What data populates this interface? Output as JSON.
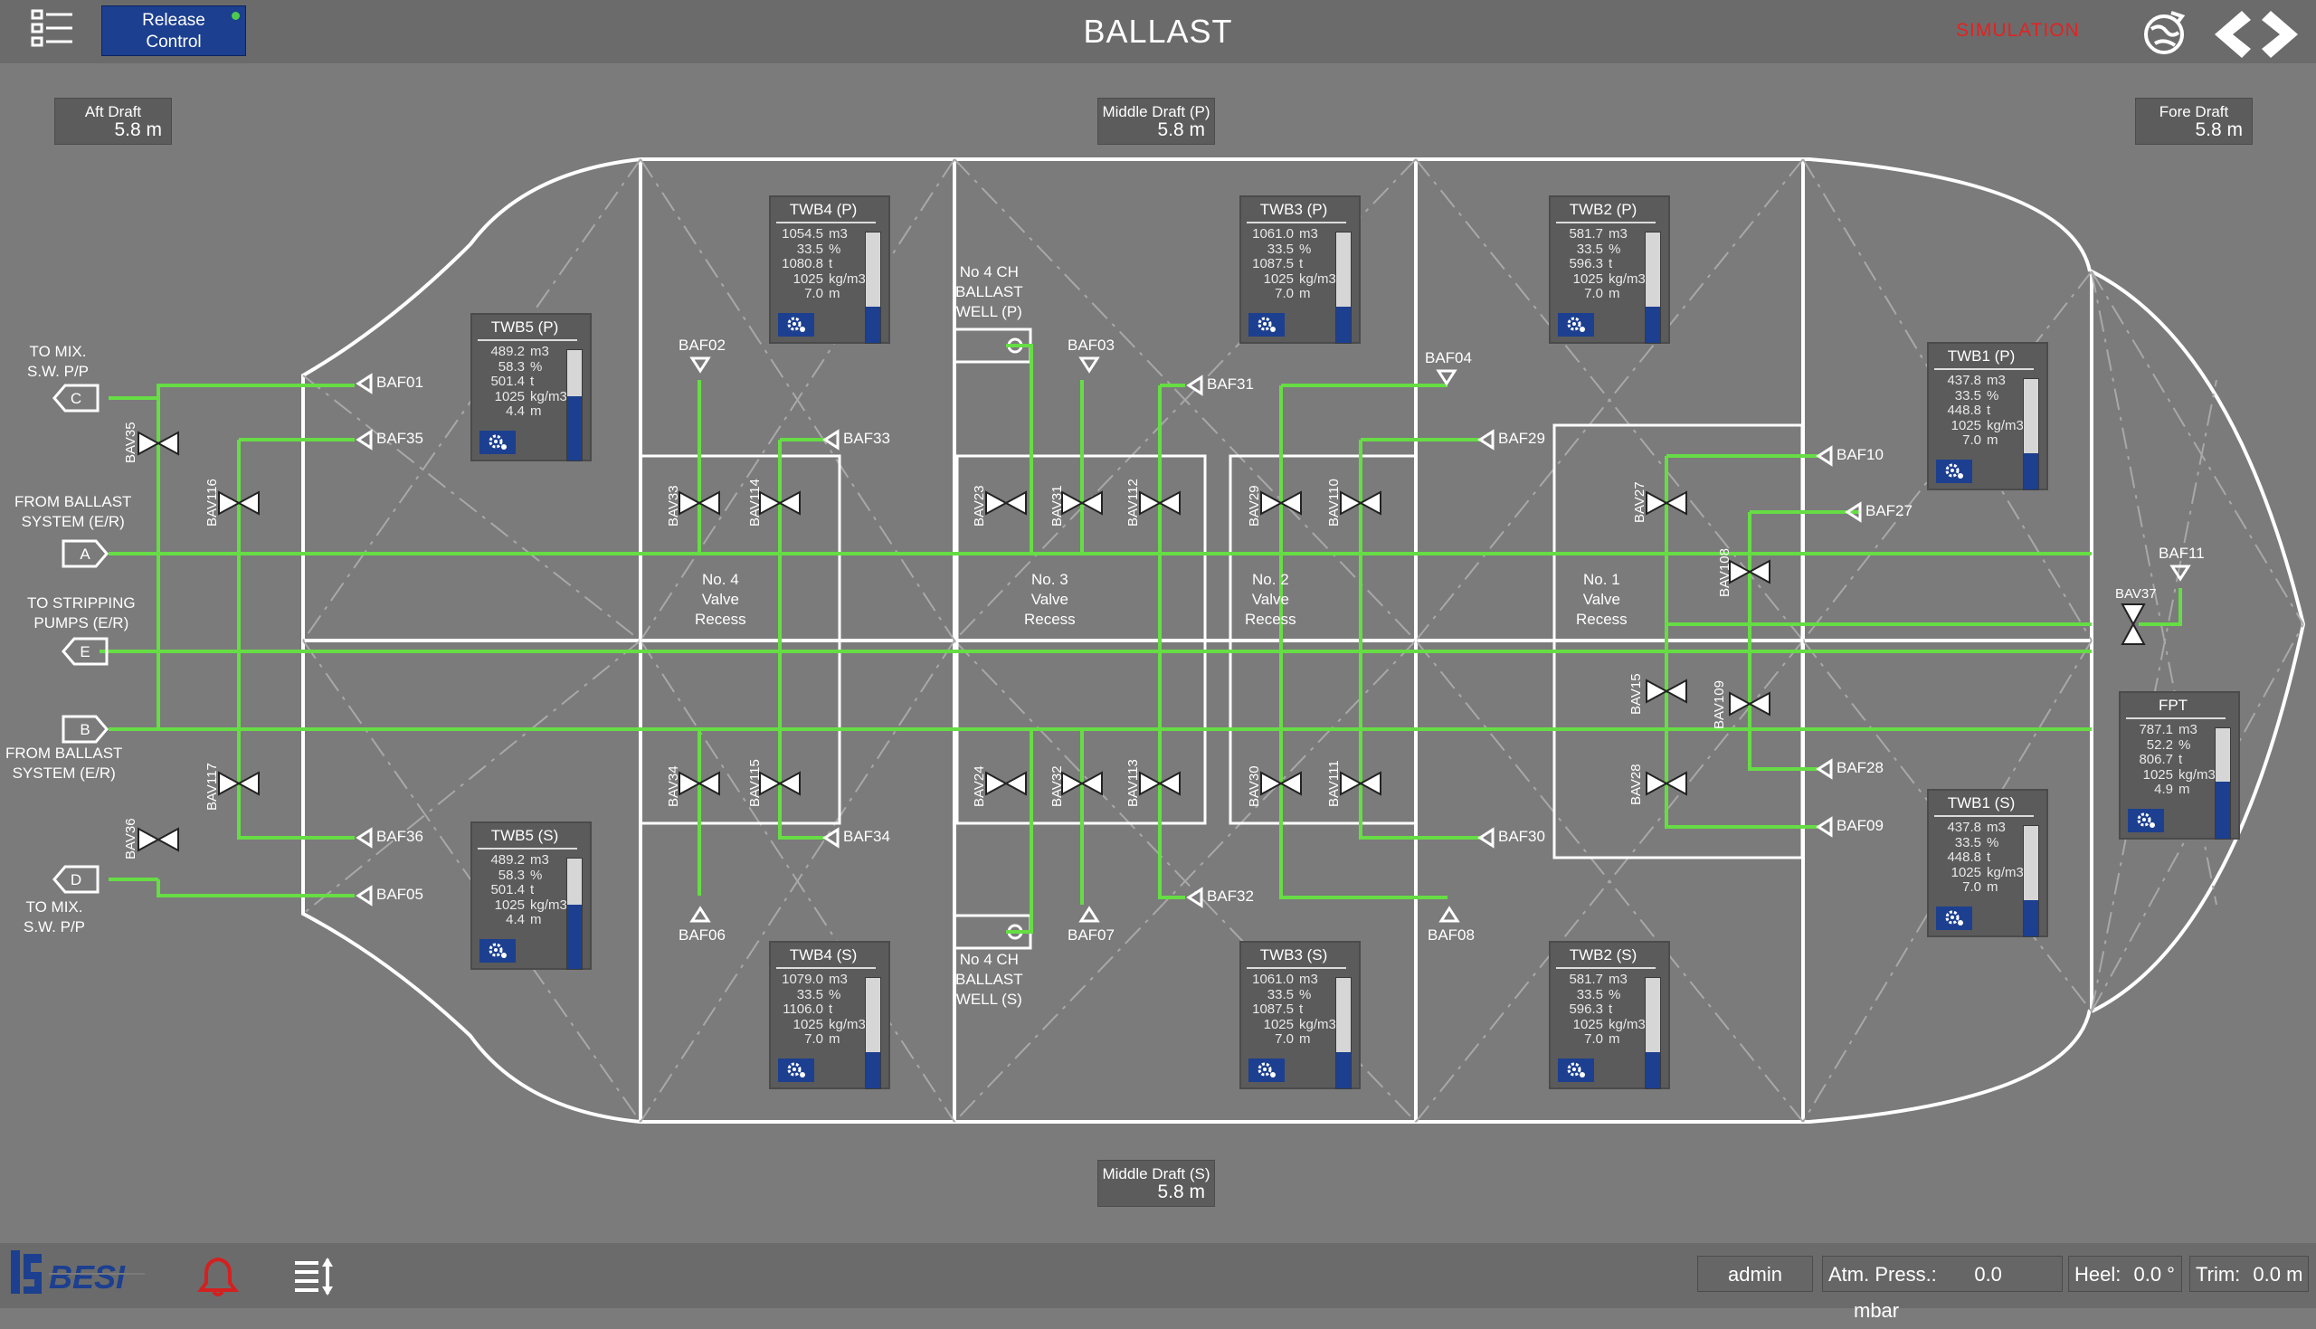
{
  "header": {
    "title": "BALLAST",
    "release_label_1": "Release",
    "release_label_2": "Control",
    "mode": "SIMULATION"
  },
  "drafts": {
    "aft": {
      "label": "Aft Draft",
      "value": "5.8 m"
    },
    "mid_p": {
      "label": "Middle Draft (P)",
      "value": "5.8 m"
    },
    "fore": {
      "label": "Fore Draft",
      "value": "5.8 m"
    },
    "mid_s": {
      "label": "Middle Draft (S)",
      "value": "5.8 m"
    }
  },
  "units": [
    "m3",
    "%",
    "t",
    "kg/m3",
    "m"
  ],
  "tanks": {
    "twb5p": {
      "name": "TWB5 (P)",
      "values": [
        "489.2",
        "58.3",
        "501.4",
        "1025",
        "4.4"
      ],
      "level": 0.58
    },
    "twb4p": {
      "name": "TWB4 (P)",
      "values": [
        "1054.5",
        "33.5",
        "1080.8",
        "1025",
        "7.0"
      ],
      "level": 0.33
    },
    "twb3p": {
      "name": "TWB3 (P)",
      "values": [
        "1061.0",
        "33.5",
        "1087.5",
        "1025",
        "7.0"
      ],
      "level": 0.33
    },
    "twb2p": {
      "name": "TWB2 (P)",
      "values": [
        "581.7",
        "33.5",
        "596.3",
        "1025",
        "7.0"
      ],
      "level": 0.33
    },
    "twb1p": {
      "name": "TWB1 (P)",
      "values": [
        "437.8",
        "33.5",
        "448.8",
        "1025",
        "7.0"
      ],
      "level": 0.33
    },
    "twb5s": {
      "name": "TWB5 (S)",
      "values": [
        "489.2",
        "58.3",
        "501.4",
        "1025",
        "4.4"
      ],
      "level": 0.58
    },
    "twb4s": {
      "name": "TWB4 (S)",
      "values": [
        "1079.0",
        "33.5",
        "1106.0",
        "1025",
        "7.0"
      ],
      "level": 0.33
    },
    "twb3s": {
      "name": "TWB3 (S)",
      "values": [
        "1061.0",
        "33.5",
        "1087.5",
        "1025",
        "7.0"
      ],
      "level": 0.33
    },
    "twb2s": {
      "name": "TWB2 (S)",
      "values": [
        "581.7",
        "33.5",
        "596.3",
        "1025",
        "7.0"
      ],
      "level": 0.33
    },
    "twb1s": {
      "name": "TWB1 (S)",
      "values": [
        "437.8",
        "33.5",
        "448.8",
        "1025",
        "7.0"
      ],
      "level": 0.33
    },
    "fpt": {
      "name": "FPT",
      "values": [
        "787.1",
        "52.2",
        "806.7",
        "1025",
        "4.9"
      ],
      "level": 0.52
    }
  },
  "connections": {
    "c_label_1": "TO MIX.",
    "c_label_2": "S.W. P/P",
    "c_tag": "C",
    "a_label_1": "FROM BALLAST",
    "a_label_2": "SYSTEM (E/R)",
    "a_tag": "A",
    "e_label_1": "TO STRIPPING",
    "e_label_2": "PUMPS (E/R)",
    "e_tag": "E",
    "b_label_1": "FROM BALLAST",
    "b_label_2": "SYSTEM (E/R)",
    "b_tag": "B",
    "d_label_1": "TO MIX.",
    "d_label_2": "S.W. P/P",
    "d_tag": "D"
  },
  "recesses": {
    "r4": [
      "No. 4",
      "Valve",
      "Recess"
    ],
    "r3": [
      "No. 3",
      "Valve",
      "Recess"
    ],
    "r2": [
      "No. 2",
      "Valve",
      "Recess"
    ],
    "r1": [
      "No. 1",
      "Valve",
      "Recess"
    ]
  },
  "wells": {
    "p": [
      "No 4 CH",
      "BALLAST",
      "WELL (P)"
    ],
    "s": [
      "No 4 CH",
      "BALLAST",
      "WELL (S)"
    ]
  },
  "baf": [
    "BAF01",
    "BAF35",
    "BAF02",
    "BAF33",
    "BAF03",
    "BAF31",
    "BAF04",
    "BAF29",
    "BAF10",
    "BAF27",
    "BAF11",
    "BAF36",
    "BAF05",
    "BAF34",
    "BAF06",
    "BAF07",
    "BAF32",
    "BAF08",
    "BAF30",
    "BAF28",
    "BAF09"
  ],
  "bav": [
    "BAV35",
    "BAV116",
    "BAV33",
    "BAV114",
    "BAV23",
    "BAV31",
    "BAV112",
    "BAV29",
    "BAV110",
    "BAV27",
    "BAV108",
    "BAV37",
    "BAV15",
    "BAV109",
    "BAV28",
    "BAV36",
    "BAV117",
    "BAV34",
    "BAV115",
    "BAV24",
    "BAV32",
    "BAV113",
    "BAV30",
    "BAV111"
  ],
  "status": {
    "user": "admin",
    "atm_label": "Atm. Press.:",
    "atm_value": "0.0",
    "atm_unit": "mbar",
    "heel_label": "Heel:",
    "heel_value": "0.0 °",
    "trim_label": "Trim:",
    "trim_value": "0.0 m"
  },
  "colors": {
    "pipe": "#66dd44",
    "background": "#7b7b7b",
    "tank_fill": "#1c3f8f",
    "simulation": "#e32222"
  }
}
